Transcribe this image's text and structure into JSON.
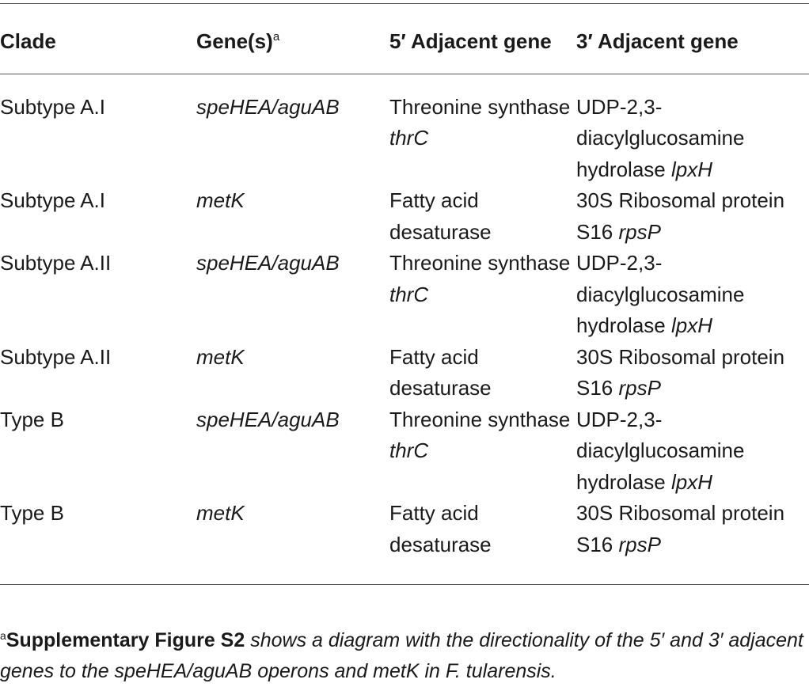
{
  "table": {
    "headers": {
      "clade": "Clade",
      "genes": "Gene(s)",
      "genes_note_mark": "a",
      "adj5": "5′ Adjacent gene",
      "adj3": "3′ Adjacent gene"
    },
    "rows": [
      {
        "clade": "Subtype A.I",
        "genes": "speHEA/aguAB",
        "adj5_text": "Threonine synthase",
        "adj5_gene": "thrC",
        "adj3_text": "UDP-2,3-diacylglucosamine hydrolase",
        "adj3_gene": "lpxH"
      },
      {
        "clade": "Subtype A.I",
        "genes": "metK",
        "adj5_text": "Fatty acid desaturase",
        "adj5_gene": "",
        "adj3_text": "30S Ribosomal protein S16",
        "adj3_gene": "rpsP"
      },
      {
        "clade": "Subtype A.II",
        "genes": "speHEA/aguAB",
        "adj5_text": "Threonine synthase",
        "adj5_gene": "thrC",
        "adj3_text": "UDP-2,3-diacylglucosamine hydrolase",
        "adj3_gene": "lpxH"
      },
      {
        "clade": "Subtype A.II",
        "genes": "metK",
        "adj5_text": "Fatty acid desaturase",
        "adj5_gene": "",
        "adj3_text": "30S Ribosomal protein S16",
        "adj3_gene": "rpsP"
      },
      {
        "clade": "Type B",
        "genes": "speHEA/aguAB",
        "adj5_text": "Threonine synthase",
        "adj5_gene": "thrC",
        "adj3_text": "UDP-2,3-diacylglucosamine hydrolase",
        "adj3_gene": "lpxH"
      },
      {
        "clade": "Type B",
        "genes": "metK",
        "adj5_text": "Fatty acid desaturase",
        "adj5_gene": "",
        "adj3_text": "30S Ribosomal protein S16",
        "adj3_gene": "rpsP"
      }
    ]
  },
  "footnote": {
    "mark": "a",
    "ref": "Supplementary Figure S2",
    "text": " shows a diagram with the directionality of the 5′ and 3′ adjacent genes to the speHEA/aguAB operons and metK in F. tularensis."
  }
}
